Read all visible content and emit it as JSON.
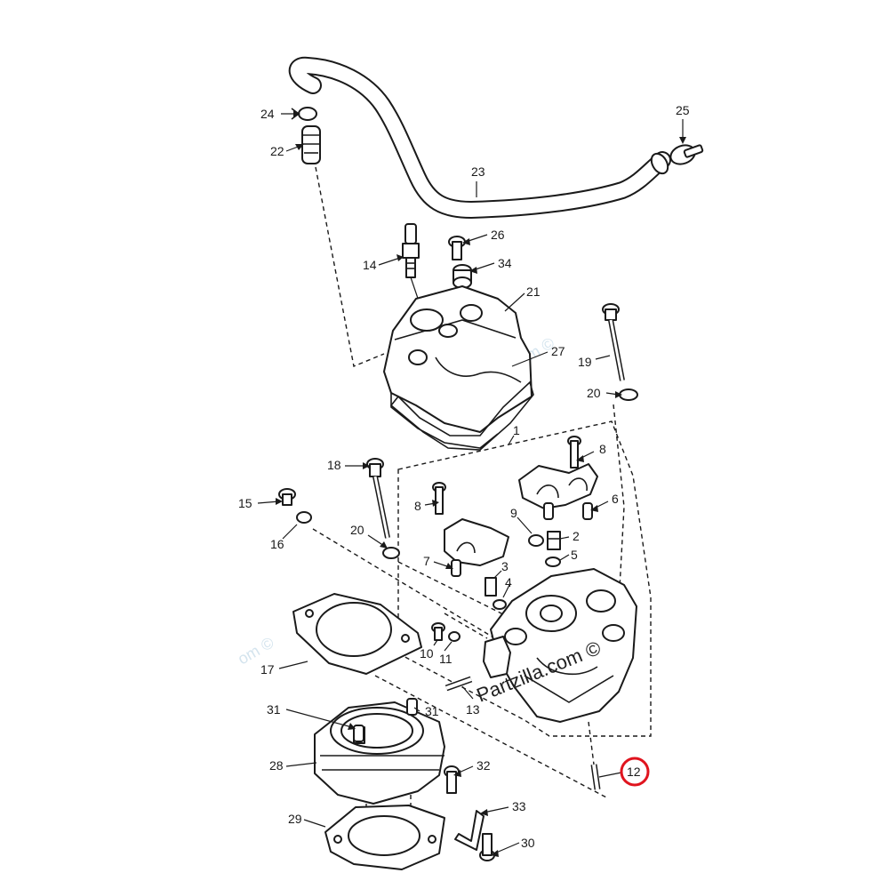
{
  "watermark": {
    "main": "Partzilla.com ©",
    "faint_1": "Partzilla.com ©",
    "faint_2": "om ©"
  },
  "highlight_color": "#e0141e",
  "callouts": [
    {
      "id": "1",
      "label": "1"
    },
    {
      "id": "2",
      "label": "2"
    },
    {
      "id": "3",
      "label": "3"
    },
    {
      "id": "4",
      "label": "4"
    },
    {
      "id": "5",
      "label": "5"
    },
    {
      "id": "6",
      "label": "6"
    },
    {
      "id": "7",
      "label": "7"
    },
    {
      "id": "8a",
      "label": "8"
    },
    {
      "id": "8b",
      "label": "8"
    },
    {
      "id": "9",
      "label": "9"
    },
    {
      "id": "10",
      "label": "10"
    },
    {
      "id": "11",
      "label": "11"
    },
    {
      "id": "12",
      "label": "12",
      "highlighted": true
    },
    {
      "id": "13",
      "label": "13"
    },
    {
      "id": "14",
      "label": "14"
    },
    {
      "id": "15",
      "label": "15"
    },
    {
      "id": "16",
      "label": "16"
    },
    {
      "id": "17",
      "label": "17"
    },
    {
      "id": "18",
      "label": "18"
    },
    {
      "id": "19",
      "label": "19"
    },
    {
      "id": "20a",
      "label": "20"
    },
    {
      "id": "20b",
      "label": "20"
    },
    {
      "id": "21",
      "label": "21"
    },
    {
      "id": "22",
      "label": "22"
    },
    {
      "id": "23",
      "label": "23"
    },
    {
      "id": "24",
      "label": "24"
    },
    {
      "id": "25",
      "label": "25"
    },
    {
      "id": "26",
      "label": "26"
    },
    {
      "id": "27",
      "label": "27"
    },
    {
      "id": "28",
      "label": "28"
    },
    {
      "id": "29",
      "label": "29"
    },
    {
      "id": "30",
      "label": "30"
    },
    {
      "id": "31a",
      "label": "31"
    },
    {
      "id": "31b",
      "label": "31"
    },
    {
      "id": "32",
      "label": "32"
    },
    {
      "id": "33",
      "label": "33"
    },
    {
      "id": "34",
      "label": "34"
    }
  ]
}
